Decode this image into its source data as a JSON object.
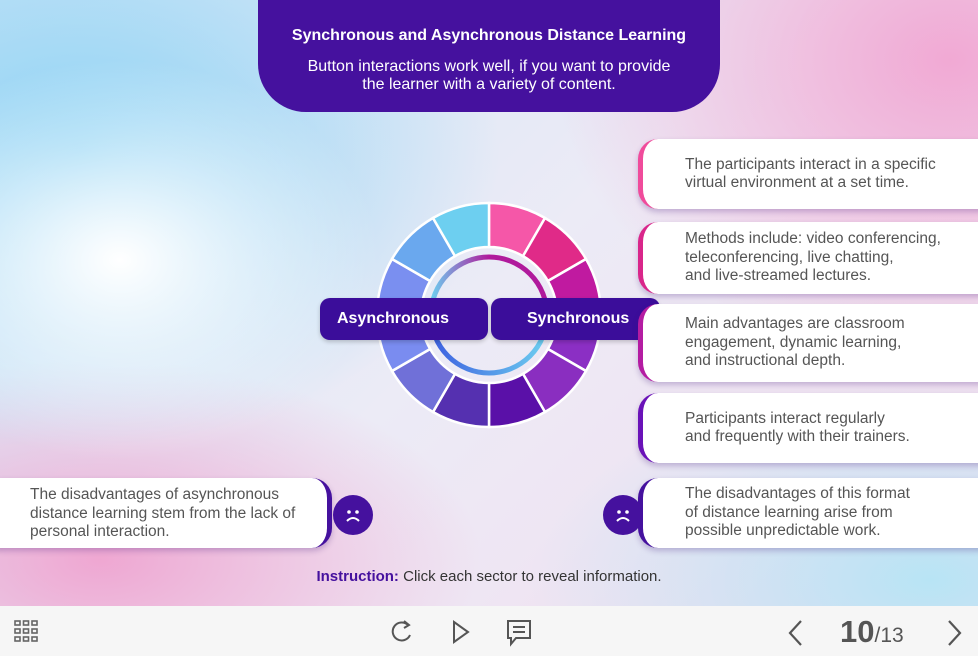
{
  "header": {
    "title": "Synchronous and Asynchronous Distance Learning",
    "subtitle_line1": "Button interactions work well, if you want to provide",
    "subtitle_line2": "the learner with a variety of content."
  },
  "wheel": {
    "left_button": "Asynchronous",
    "right_button": "Synchronous",
    "sector_colors": [
      "#f557a8",
      "#e02a88",
      "#c01aa0",
      "#8b2fc4",
      "#8a2ec0",
      "#5a10a8",
      "#5530b0",
      "#7070d8",
      "#7a8cf0",
      "#7a8ff0",
      "#6aa8ee",
      "#6dcff0"
    ]
  },
  "right_cards": [
    {
      "lines": [
        "The participants interact in a specific",
        "virtual environment at a set time."
      ],
      "color": "#f04b9b"
    },
    {
      "lines": [
        "Methods include: video conferencing,",
        "teleconferencing, live chatting,",
        "and live-streamed lectures."
      ],
      "color": "#d9268a"
    },
    {
      "lines": [
        "Main advantages are classroom",
        "engagement, dynamic learning,",
        "and instructional depth."
      ],
      "color": "#b41ca2"
    },
    {
      "lines": [
        "Participants interact regularly",
        "and frequently with their trainers."
      ],
      "color": "#6a12b8"
    },
    {
      "lines": [
        "The disadvantages of this format",
        "of distance learning arise from",
        "possible unpredictable work."
      ],
      "color": "#45119e"
    }
  ],
  "left_card": {
    "lines": [
      "The disadvantages of asynchronous",
      "distance learning stem from the lack of",
      "personal interaction."
    ]
  },
  "instruction": {
    "label": "Instruction:",
    "text": " Click each sector to reveal information."
  },
  "toolbar": {
    "current_page": "10",
    "total_pages": "/13"
  }
}
